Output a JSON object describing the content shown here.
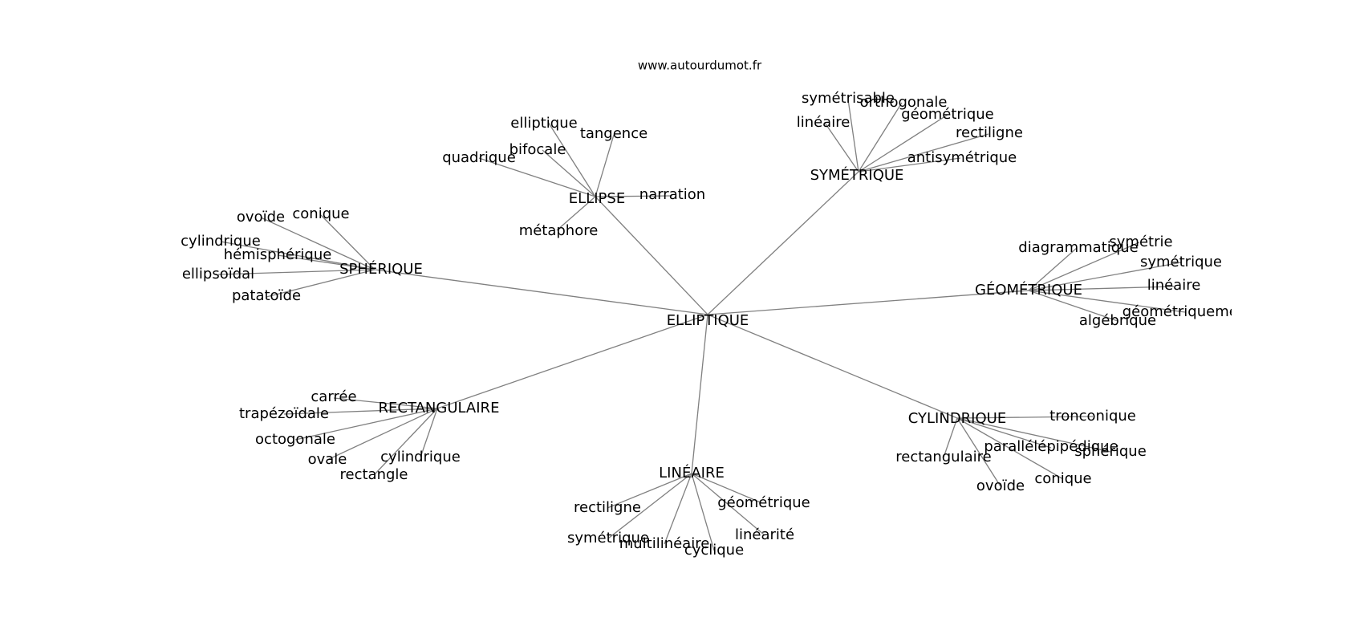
{
  "source": "www.autourdumot.fr",
  "center": "ELLIPTIQUE",
  "hubs": [
    {
      "label": "ELLIPSE",
      "leaves": [
        "elliptique",
        "tangence",
        "bifocale",
        "quadrique",
        "narration",
        "métaphore"
      ]
    },
    {
      "label": "SYMÉTRIQUE",
      "leaves": [
        "symétrisable",
        "orthogonale",
        "linéaire",
        "géométrique",
        "rectiligne",
        "antisymétrique"
      ]
    },
    {
      "label": "SPHÉRIQUE",
      "leaves": [
        "ovoïde",
        "conique",
        "cylindrique",
        "hémisphérique",
        "ellipsoïdal",
        "patatoïde"
      ]
    },
    {
      "label": "GÉOMÉTRIQUE",
      "leaves": [
        "diagrammatique",
        "symétrie",
        "symétrique",
        "linéaire",
        "géométriquement",
        "algébrique"
      ]
    },
    {
      "label": "RECTANGULAIRE",
      "leaves": [
        "carrée",
        "trapézoïdale",
        "octogonale",
        "ovale",
        "cylindrique",
        "rectangle"
      ]
    },
    {
      "label": "CYLINDRIQUE",
      "leaves": [
        "tronconique",
        "parallélépipédique",
        "sphérique",
        "rectangulaire",
        "conique",
        "ovoïde"
      ]
    },
    {
      "label": "LINÉAIRE",
      "leaves": [
        "rectiligne",
        "géométrique",
        "linéarité",
        "symétrique",
        "multilinéaire",
        "cyclique"
      ]
    }
  ]
}
